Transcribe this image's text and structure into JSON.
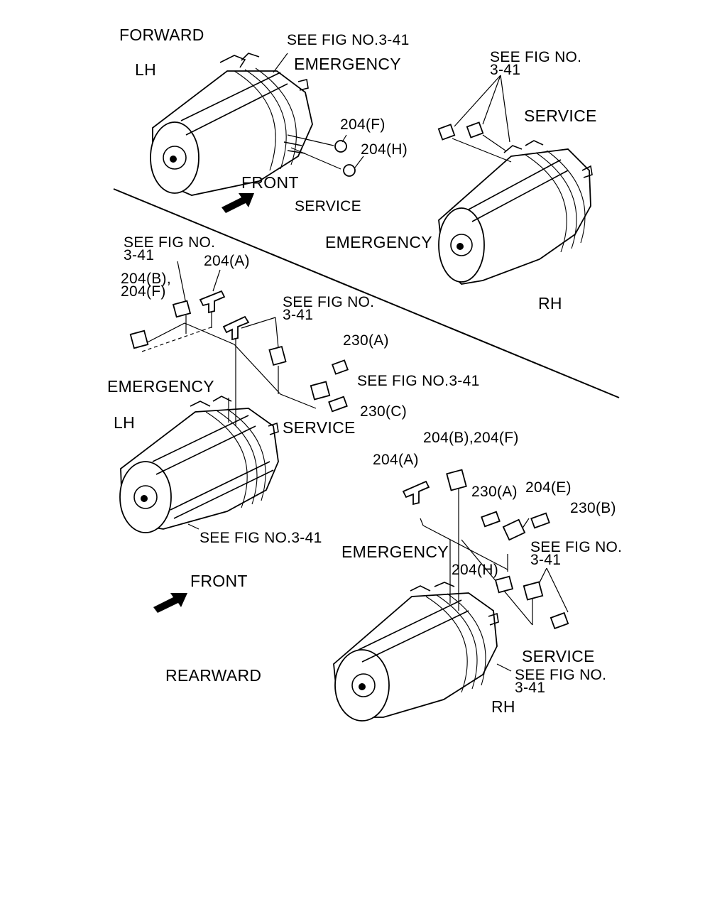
{
  "upper": {
    "forward": "FORWARD",
    "lh": "LH",
    "see_fig_lh": "SEE FIG NO.3-41",
    "emergency_lh": "EMERGENCY",
    "part_204f": "204(F)",
    "part_204h": "204(H)",
    "front": "FRONT",
    "service_lh": "SERVICE",
    "see_fig_rh_1": "SEE FIG NO.",
    "see_fig_rh_2": "3-41",
    "service_rh": "SERVICE",
    "emergency_rh": "EMERGENCY",
    "rh": "RH"
  },
  "lower": {
    "see_fig_a_1": "SEE FIG NO.",
    "see_fig_a_2": "3-41",
    "part_204a": "204(A)",
    "part_204bf_1": "204(B),",
    "part_204bf_2": "204(F)",
    "see_fig_b_1": "SEE FIG NO.",
    "see_fig_b_2": "3-41",
    "part_230a": "230(A)",
    "see_fig_c": "SEE FIG NO.3-41",
    "part_230c": "230(C)",
    "emergency_lh": "EMERGENCY",
    "lh": "LH",
    "service_lh": "SERVICE",
    "see_fig_d": "SEE FIG NO.3-41",
    "front": "FRONT",
    "rearward": "REARWARD",
    "rh_part_204bf": "204(B),204(F)",
    "rh_part_204a": "204(A)",
    "rh_part_230a": "230(A)",
    "rh_part_204e": "204(E)",
    "rh_part_230b": "230(B)",
    "emergency_rh": "EMERGENCY",
    "see_fig_e_1": "SEE FIG NO.",
    "see_fig_e_2": "3-41",
    "rh_part_204h": "204(H)",
    "service_rh": "SERVICE",
    "see_fig_f_1": "SEE FIG NO.",
    "see_fig_f_2": "3-41",
    "rh": "RH"
  }
}
